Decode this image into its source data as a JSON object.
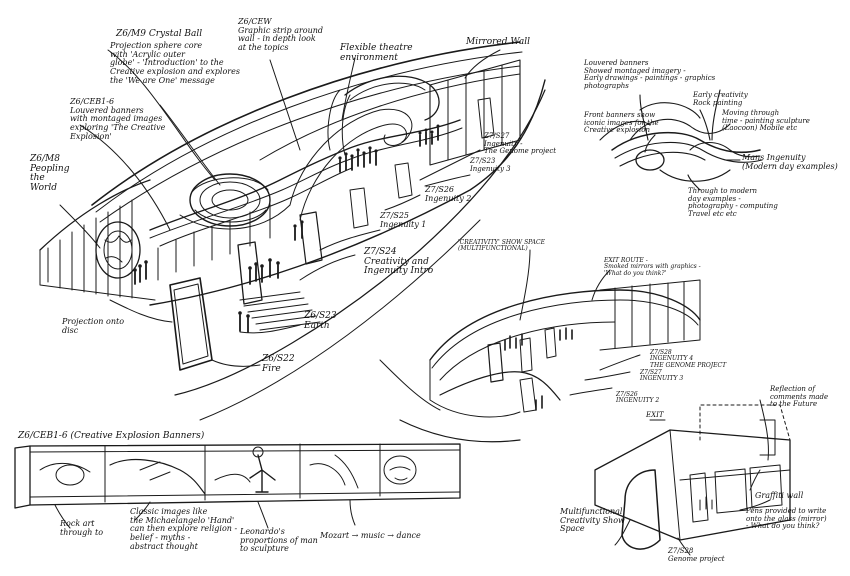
{
  "labels": {
    "crystal_ball": "Z6/M9 Crystal Ball",
    "crystal_ball_desc": "Projection sphere core\nwith 'Acrylic outer\nglobe' - 'Introduction' to the\nCreative explosion and explores\nthe 'We are One' message",
    "cew": "Z6/CEW\nGraphic strip around\nwall - in depth look\nat the topics",
    "flexible_theatre": "Flexible theatre\nenvironment",
    "mirrored_wall": "Mirrored Wall",
    "ceb_banners": "Z6/CEB1-6\nLouvered banners\nwith montaged images\nexploring 'The Creative\nExplosion'",
    "peopling": "Z6/M8\nPeopling\nthe\nWorld",
    "s27_genome": "Z7/S27\nIngenuity -\nThe Genome project",
    "s23_ingenuity3": "Z7/S23\nIngenuity 3",
    "s26_ingenuity2": "Z7/S26\nIngenuity 2",
    "s25_ingenuity1": "Z7/S25\nIngenuity 1",
    "s24_intro": "Z7/S24\nCreativity and\nIngenuity Intro",
    "projection_disc": "Projection onto\ndisc",
    "s23_earth": "Z6/S23\nEarth",
    "s22_fire": "Z6/S22\nFire",
    "louvered_banners_r": "Louvered banners\nShowed montaged imagery -\nEarly drawings - paintings - graphics\nphotographs",
    "early_creativity": "Early creativity\nRock painting",
    "moving_through": "Moving through\ntime - painting sculpture\n(Laocoon) Mobile etc",
    "front_banners": "Front banners show\niconic images for the\nCreative explosion",
    "mans_ingenuity": "Mans Ingenuity\n(Modern day examples)",
    "through_modern": "Through to modern\nday examples -\nphotography - computing\nTravel etc etc",
    "creativity_show_space": "'CREATIVITY' SHOW SPACE\n(MULTIFUNCTIONAL)",
    "exit_route": "EXIT ROUTE -\nSmoked mirrors with graphics -\n'What do you think?'",
    "z7_s28": "Z7/S28\nINGENUITY 4\nTHE GENOME PROJECT",
    "z7_s27": "Z7/S27\nINGENUITY 3",
    "z7_s26": "Z7/S26\nINGENUITY 2",
    "exit": "EXIT",
    "reflection": "Reflection of\ncomments made\nto the Future",
    "graffiti_wall": "Graffiti wall",
    "pens_provided": "Pens provided to write\nonto the glass (mirror)\n- What do you think?",
    "multifunctional": "Multifunctional\nCreativity Show\nSpace",
    "genome_project_br": "Z7/S28\nGenome project",
    "ceb_title": "Z6/CEB1-6 (Creative Explosion Banners)",
    "rock_art": "Rock art\nthrough to",
    "classic_images": "Classic images like\nthe Michaelangelo 'Hand'\ncan then explore religion -\nbelief - myths -\nabstract thought",
    "leonardo": "Leonardo's\nproportions of man\nto sculpture",
    "mozart": "Mozart → music → dance"
  }
}
